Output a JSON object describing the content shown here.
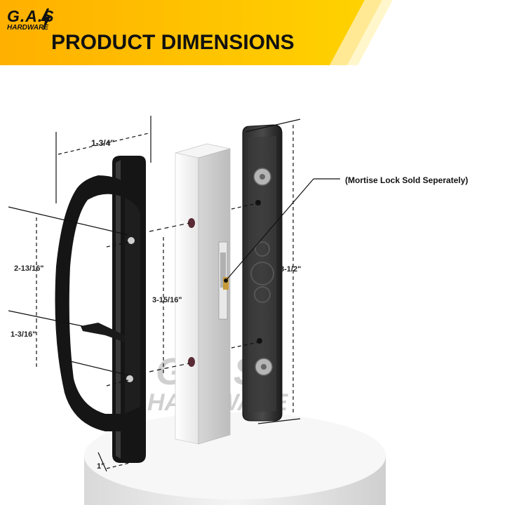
{
  "brand": {
    "logo_line1": "G.A.S",
    "logo_line2": "HARDWARE"
  },
  "header": {
    "title": "PRODUCT DIMENSIONS"
  },
  "dimensions": {
    "width": "1-3/4\"",
    "handle_hole_spacing": "2-13/16\"",
    "lever_offset": "1-3/16\"",
    "screw_spacing": "3-15/16\"",
    "plate_length": "8-1/2\"",
    "plate_width": "1\""
  },
  "annotation": {
    "mortise_note": "(Mortise Lock Sold Seperately)"
  },
  "watermark": {
    "line1": "G.A.S",
    "line2": "HARDWARE"
  },
  "colors": {
    "banner_yellow": "#FFC400",
    "banner_orange": "#FFA600",
    "handle_black": "#151515",
    "door_white": "#f1f1f1"
  }
}
